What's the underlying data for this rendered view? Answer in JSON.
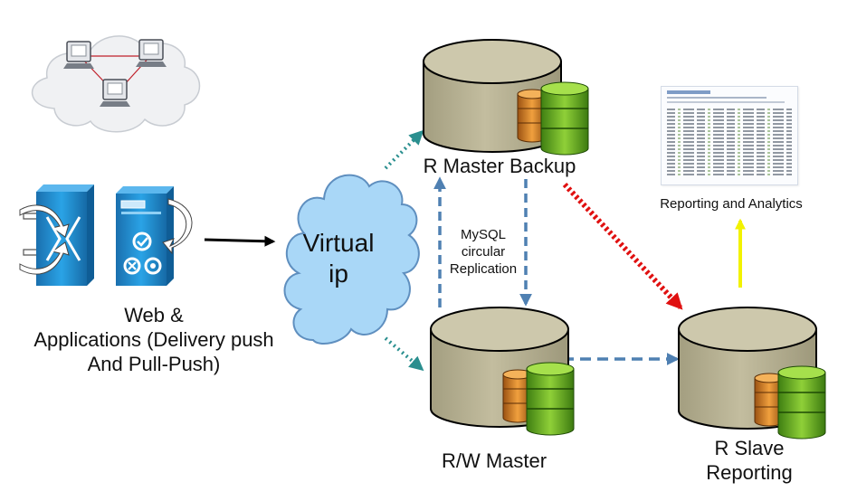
{
  "nodes": {
    "web_apps": {
      "label_lines": [
        "Web &",
        "Applications (Delivery push",
        "And Pull-Push)"
      ]
    },
    "virtual_ip": {
      "label_lines": [
        "Virtual",
        "ip"
      ]
    },
    "backup": {
      "label": "R Master Backup"
    },
    "master": {
      "label": "R/W Master"
    },
    "slave": {
      "label_lines": [
        "R Slave",
        "Reporting"
      ]
    },
    "reporting": {
      "label": "Reporting and Analytics"
    }
  },
  "edges": {
    "replication_label_lines": [
      "MySQL",
      "circular",
      "Replication"
    ]
  },
  "colors": {
    "cylinder_body": "#b8b293",
    "cylinder_top": "#cdc8ac",
    "cloud_fill": "#a9d7f7",
    "cloud_stroke": "#5f8fbf",
    "teal_arrow": "#2a8f8f",
    "blue_dash": "#4f80b2",
    "red_arrow": "#e01010",
    "yellow_arrow": "#f2f200",
    "appliance_blue": "#1e8ecf"
  },
  "icons": [
    "network-cloud-icon",
    "load-balancer-icon",
    "app-server-icon",
    "database-stack-icon",
    "report-document-icon"
  ]
}
